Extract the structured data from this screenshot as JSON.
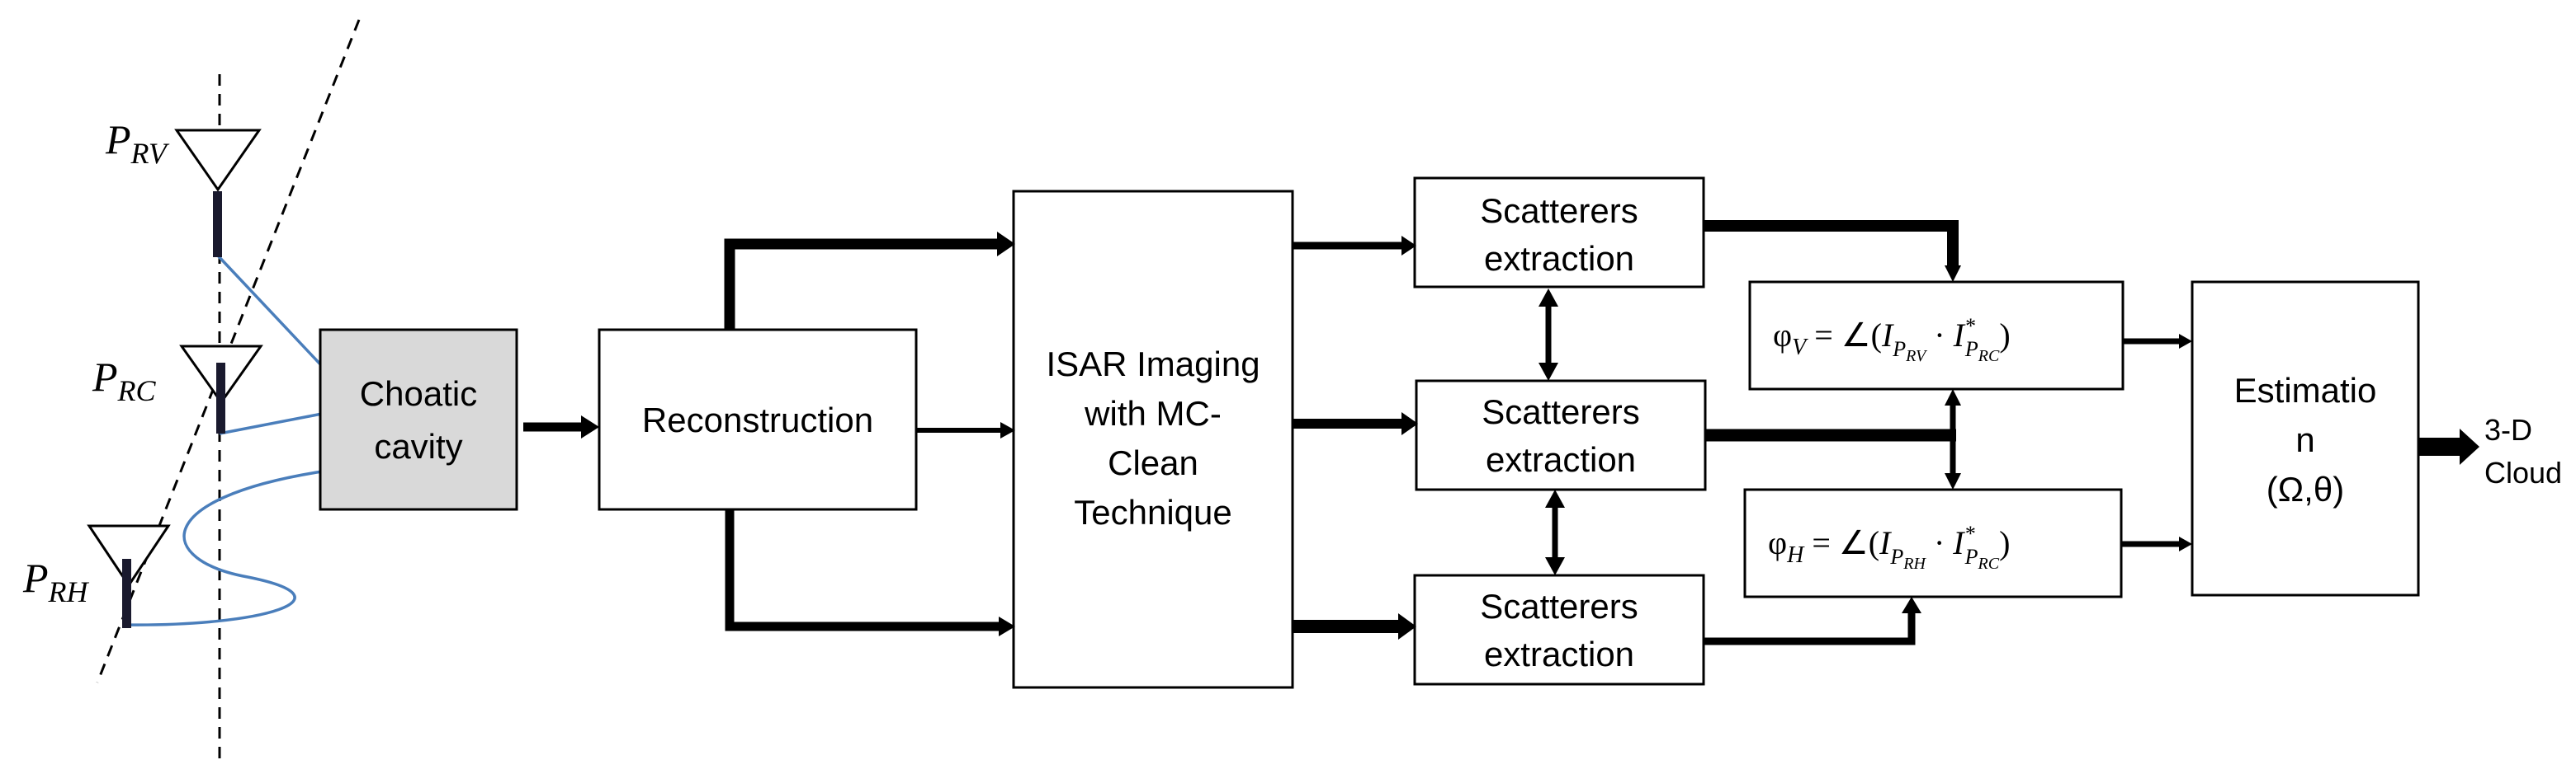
{
  "antennas": {
    "rv": {
      "base": "P",
      "sub": "RV"
    },
    "rc": {
      "base": "P",
      "sub": "RC"
    },
    "rh": {
      "base": "P",
      "sub": "RH"
    }
  },
  "blocks": {
    "cavity": [
      "Choatic",
      "cavity"
    ],
    "reconstruction": "Reconstruction",
    "isar": [
      "ISAR Imaging",
      "with MC-",
      "Clean",
      "Technique"
    ],
    "scatterers": [
      "Scatterers",
      "extraction"
    ],
    "phase_v": {
      "phi": "φ",
      "sub": "V",
      "rest": " = ∠(",
      "I": "I",
      "P": "P",
      "pv_sub": "RV",
      "dot": " · ",
      "star": "*",
      "pc_sub": "RC",
      "close": ")"
    },
    "phase_h": {
      "phi": "φ",
      "sub": "H",
      "rest": " = ∠(",
      "I": "I",
      "P": "P",
      "ph_sub": "RH",
      "dot": " · ",
      "star": "*",
      "pc_sub": "RC",
      "close": ")"
    },
    "estimation": [
      "Estimatio",
      "n",
      "(Ω,θ)"
    ]
  },
  "output": [
    "3-D",
    "Cloud"
  ],
  "colors": {
    "cavity_fill": "#d9d9d9",
    "wire": "#4a7ebb"
  }
}
